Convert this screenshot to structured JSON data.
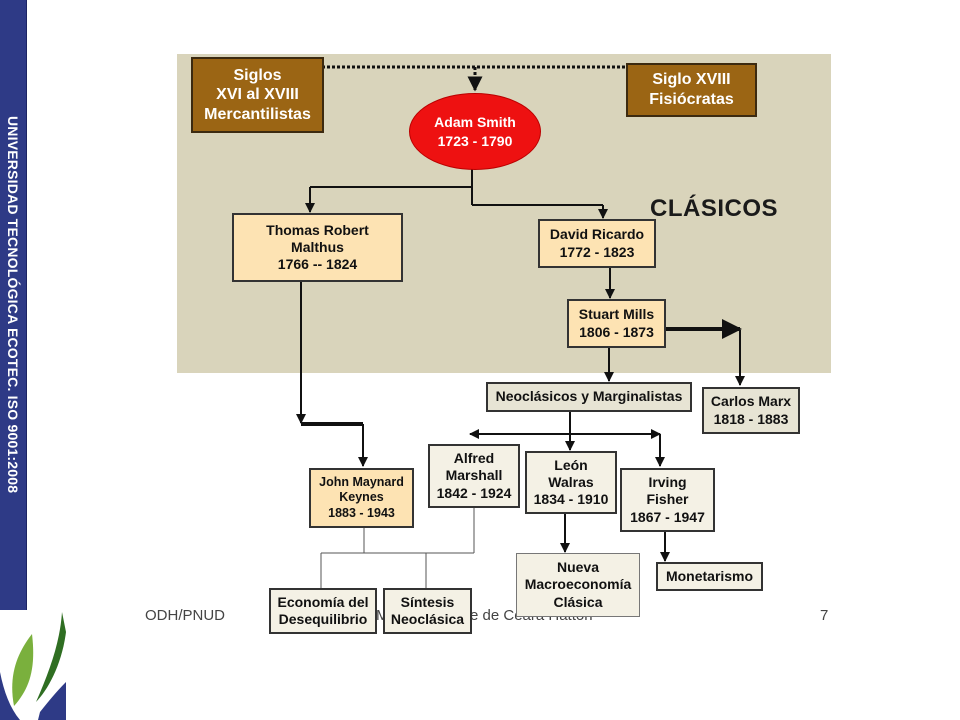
{
  "sidebar": {
    "text": "UNIVERSIDAD TECNOLÓGICA ECOTEC. ISO 9001:2008"
  },
  "logo": {
    "icon": "leaf-logo-icon"
  },
  "diagram": {
    "heading": "CLÁSICOS",
    "mercantilistas": {
      "line1": "Siglos",
      "line2": "XVI al XVIII",
      "line3": "Mercantilistas"
    },
    "fisiocratas": {
      "line1": "Siglo XVIII",
      "line2": "Fisiócratas"
    },
    "adam_smith": {
      "name": "Adam Smith",
      "years": "1723 - 1790"
    },
    "malthus": {
      "line1": "Thomas Robert",
      "line2": "Malthus",
      "years": "1766 -- 1824"
    },
    "ricardo": {
      "name": "David Ricardo",
      "years": "1772 - 1823"
    },
    "mills": {
      "name": "Stuart Mills",
      "years": "1806 - 1873"
    },
    "neoclasicos": {
      "label": "Neoclásicos y Marginalistas"
    },
    "marx": {
      "name": "Carlos Marx",
      "years": "1818 - 1883"
    },
    "keynes": {
      "line1": "John Maynard",
      "line2": "Keynes",
      "years": "1883 - 1943"
    },
    "marshall": {
      "line1": "Alfred",
      "line2": "Marshall",
      "years": "1842 - 1924"
    },
    "walras": {
      "line1": "León",
      "line2": "Walras",
      "years": "1834 - 1910"
    },
    "fisher": {
      "line1": "Irving",
      "line2": "Fisher",
      "years": "1867 - 1947"
    },
    "desequilibrio": {
      "line1": "Economía del",
      "line2": "Desequilibrio"
    },
    "sintesis": {
      "line1": "Síntesis",
      "line2": "Neoclásica"
    },
    "nueva_macro": {
      "line1": "Nueva",
      "line2": "Macroeconomía",
      "line3": "Clásica"
    },
    "monetarismo": {
      "label": "Monetarismo"
    }
  },
  "footer": {
    "left": "ODH/PNUD",
    "middle_fragment_1": "M",
    "middle_fragment_2": "e de Ceara Hatton",
    "page_number": "7"
  },
  "colors": {
    "sidebar": "#2e3a86",
    "panel": "#d9d4bb",
    "brown_box": "#9b6514",
    "ellipse": "#ee1111",
    "peach_box": "#fde3b3"
  }
}
